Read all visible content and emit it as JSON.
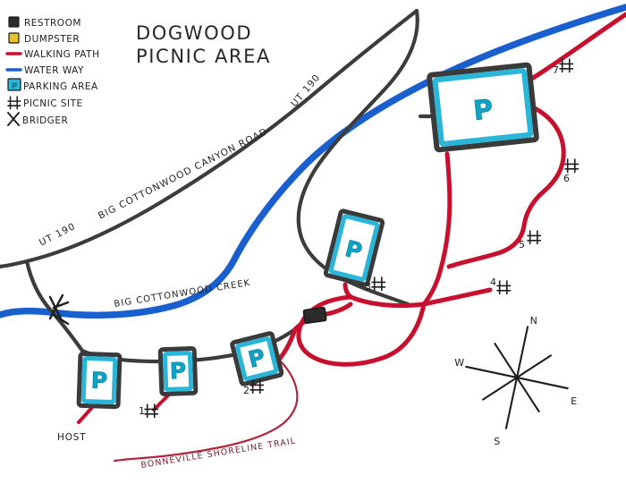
{
  "title": {
    "line1": "DOGWOOD",
    "line2": "PICNIC AREA"
  },
  "colors": {
    "walking_path": "#c8102e",
    "water_way": "#1a5fd0",
    "parking_fill": "#29b6d8",
    "parking_border": "#3a3a3a",
    "restroom": "#2b2b2b",
    "dumpster": "#e8c22a",
    "ink": "#1f1f1f",
    "trail_label": "#7a2433"
  },
  "legend": {
    "items": [
      {
        "label": "RESTROOM",
        "icon": "restroom-square-icon",
        "swatch": "#2b2b2b"
      },
      {
        "label": "DUMPSTER",
        "icon": "dumpster-square-icon",
        "swatch": "#e8c22a"
      },
      {
        "label": "WALKING PATH",
        "icon": "walking-path-line-icon",
        "swatch": "#c8102e"
      },
      {
        "label": "WATER WAY",
        "icon": "water-way-line-icon",
        "swatch": "#1a5fd0"
      },
      {
        "label": "PARKING AREA",
        "icon": "parking-square-icon",
        "swatch": "#29b6d8"
      },
      {
        "label": "PICNIC SITE",
        "icon": "picnic-table-icon",
        "swatch": "#1f1f1f"
      },
      {
        "label": "BRIDGER",
        "icon": "bridge-x-icon",
        "swatch": "#1f1f1f"
      }
    ]
  },
  "roads": {
    "canyon_road_label": "UT 190  BIG  COTTONWOOD  CANYON  ROAD",
    "canyon_road_label_part1": "UT 190",
    "canyon_road_label_part2": "BIG  COTTONWOOD  CANYON  ROAD",
    "upper_route_label": "UT 190"
  },
  "water": {
    "creek_label": "BIG    COTTONWOOD    CREEK"
  },
  "trails": {
    "bonneville_label": "BONNEVILLE  SHORELINE  TRAIL"
  },
  "parking_lots": [
    {
      "name": "lot-main-north",
      "letter": "P"
    },
    {
      "name": "lot-middle",
      "letter": "P"
    },
    {
      "name": "lot-west-host",
      "letter": "P"
    },
    {
      "name": "lot-center-south",
      "letter": "P"
    },
    {
      "name": "lot-east-south",
      "letter": "P"
    }
  ],
  "picnic_sites": [
    {
      "number": "1"
    },
    {
      "number": "2"
    },
    {
      "number": "3"
    },
    {
      "number": "4"
    },
    {
      "number": "5"
    },
    {
      "number": "6"
    },
    {
      "number": "7"
    }
  ],
  "markers": {
    "host_label": "HOST"
  },
  "compass": {
    "north": "N",
    "east": "E",
    "south": "S",
    "west": "W"
  }
}
